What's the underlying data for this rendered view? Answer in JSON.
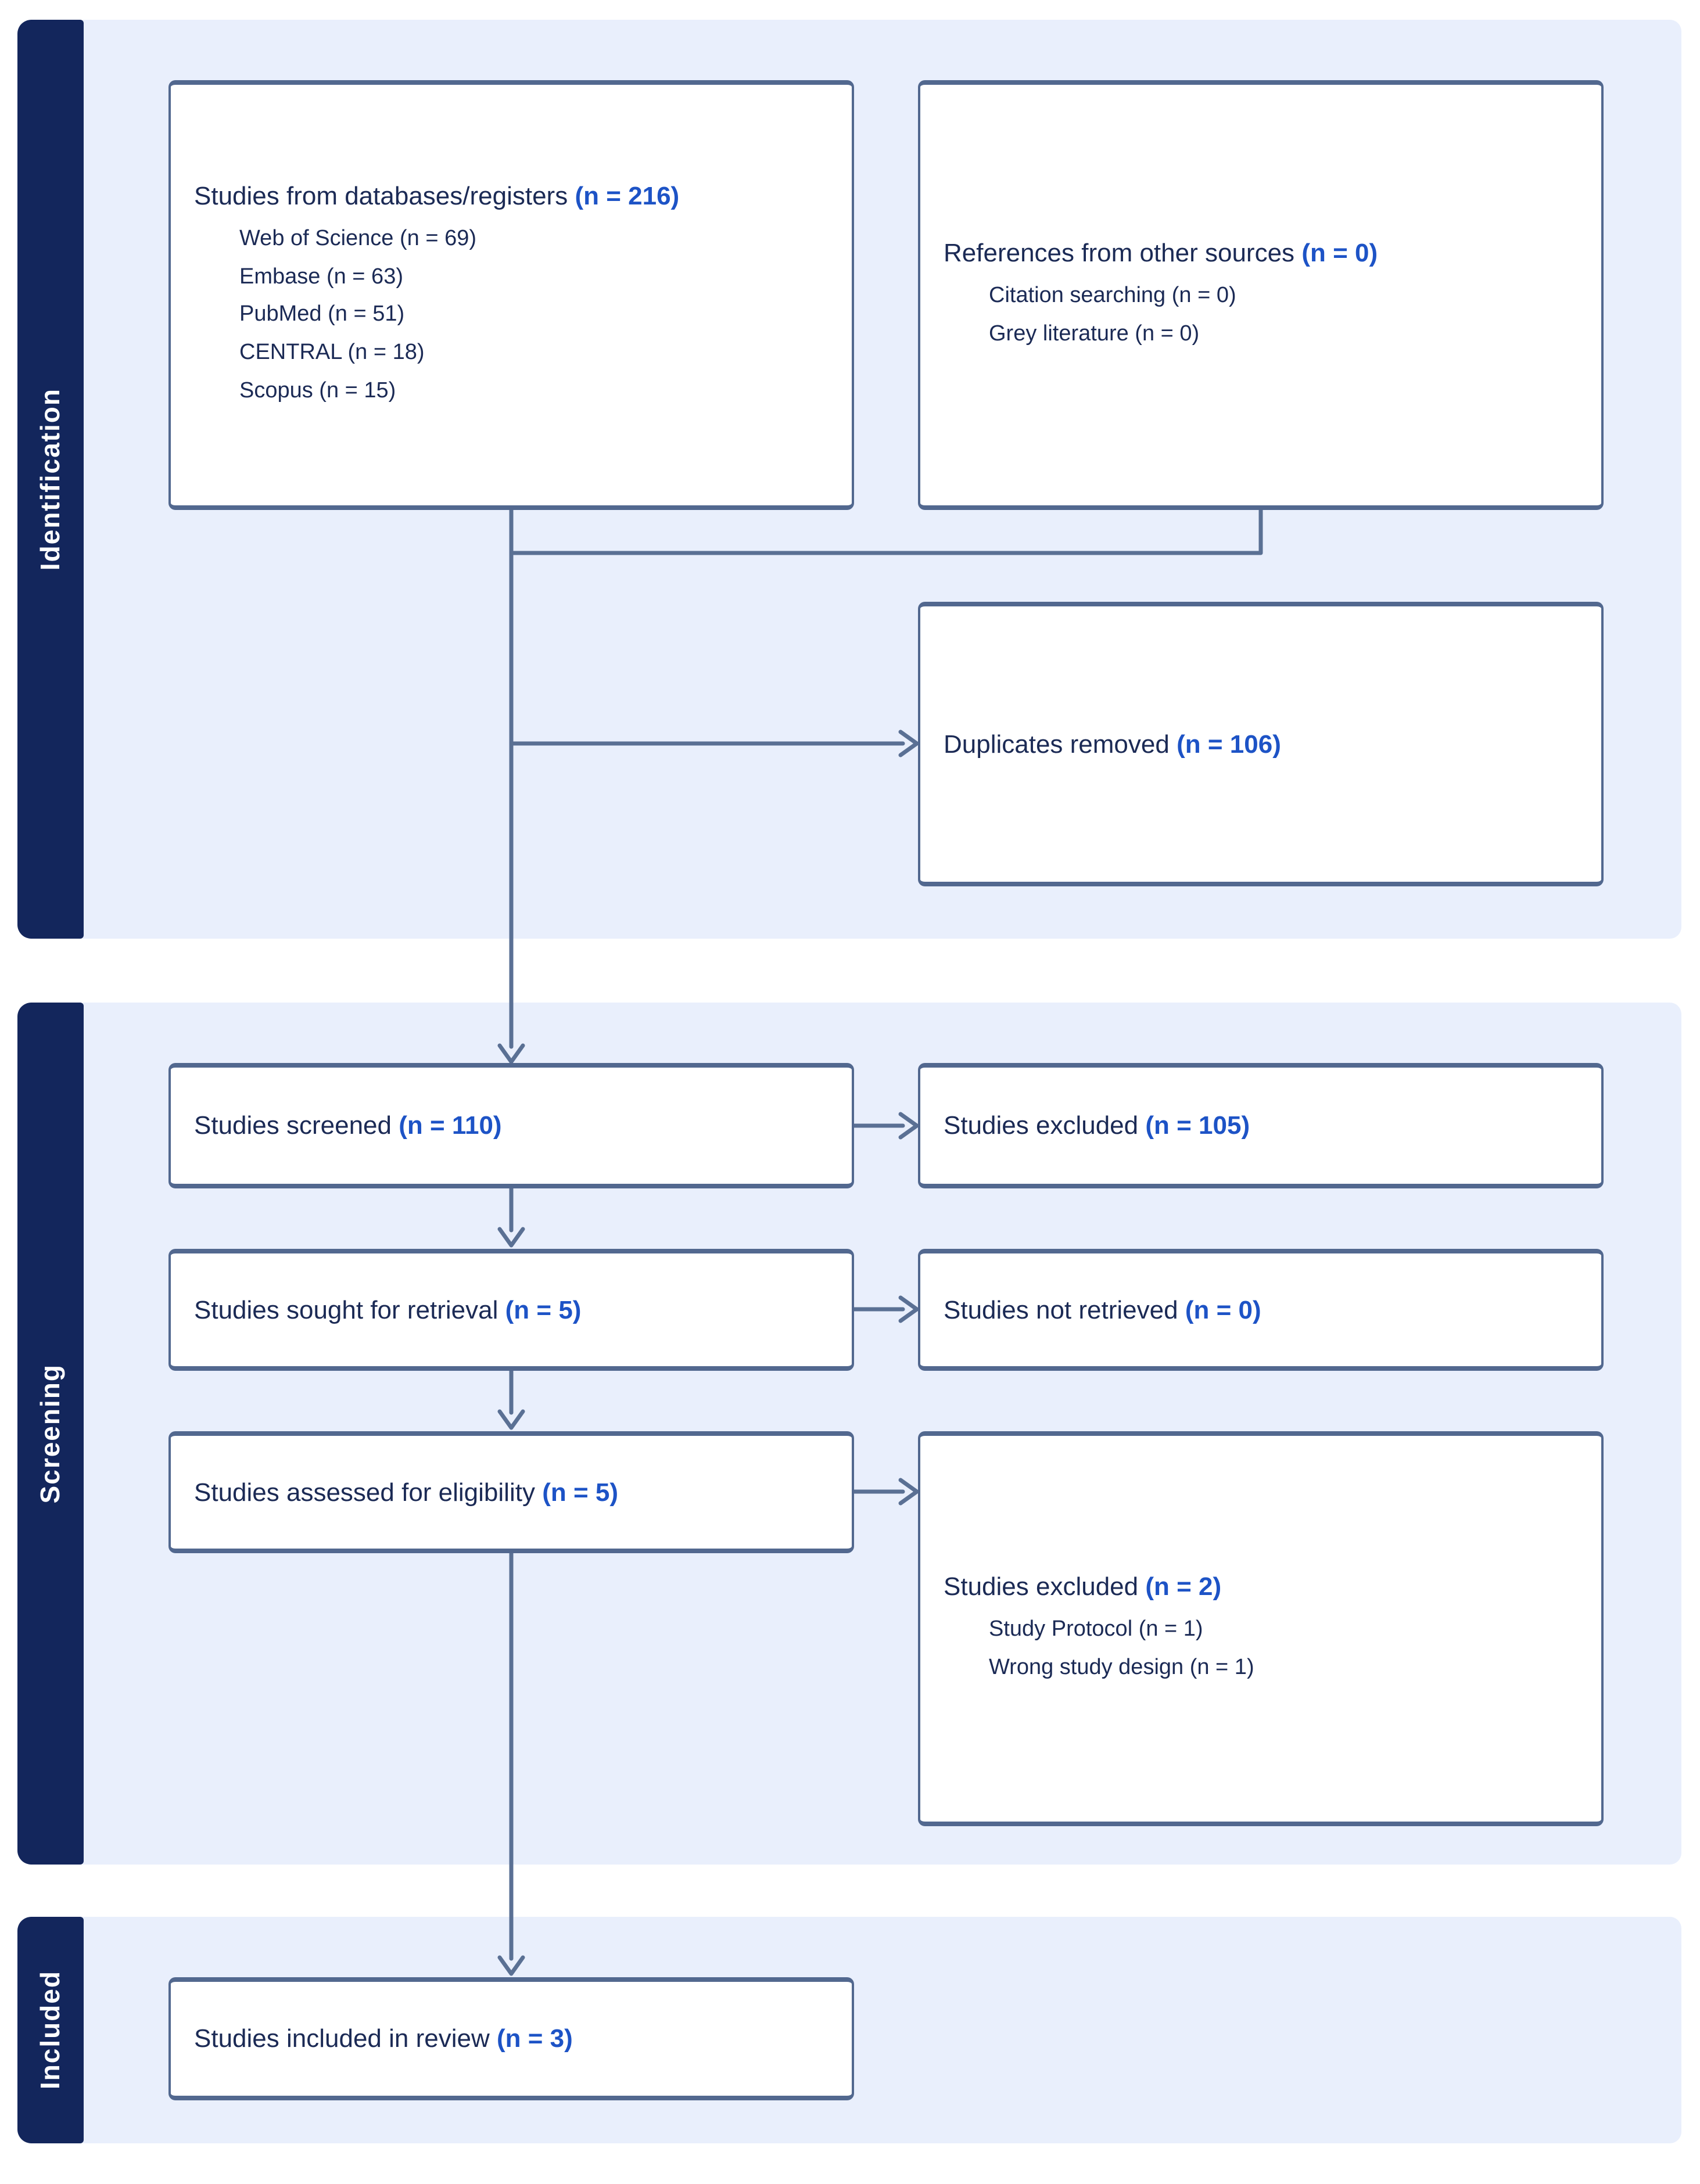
{
  "figure": {
    "type": "prisma-flow-diagram",
    "sections": [
      {
        "label": "Identification"
      },
      {
        "label": "Screening"
      },
      {
        "label": "Included"
      }
    ],
    "boxes": {
      "databases": {
        "label": "Studies from databases/registers",
        "count": "(n = 216)",
        "items": [
          "Web of Science (n = 69)",
          "Embase (n = 63)",
          "PubMed (n = 51)",
          "CENTRAL (n = 18)",
          "Scopus (n = 15)"
        ]
      },
      "other_sources": {
        "label": "References from other sources",
        "count": "(n = 0)",
        "items": [
          "Citation searching (n = 0)",
          "Grey literature (n = 0)"
        ]
      },
      "duplicates": {
        "label": "Duplicates removed",
        "count": "(n = 106)"
      },
      "screened": {
        "label": "Studies screened",
        "count": "(n = 110)"
      },
      "excluded_screening": {
        "label": "Studies excluded",
        "count": "(n = 105)"
      },
      "sought": {
        "label": "Studies sought for retrieval",
        "count": "(n = 5)"
      },
      "not_retrieved": {
        "label": "Studies not retrieved",
        "count": "(n = 0)"
      },
      "assessed": {
        "label": "Studies assessed for eligibility",
        "count": "(n = 5)"
      },
      "excluded_eligibility": {
        "label": "Studies excluded",
        "count": "(n = 2)",
        "items": [
          "Study Protocol (n = 1)",
          "Wrong study design (n = 1)"
        ]
      },
      "included": {
        "label": "Studies included in review",
        "count": "(n = 3)"
      }
    },
    "colors": {
      "section_band": "#e9effc",
      "section_tab": "#13265c",
      "box_border": "#52688f",
      "box_fill": "#ffffff",
      "connector": "#5a7094",
      "text": "#1b2a55",
      "count": "#1d53c6"
    }
  }
}
